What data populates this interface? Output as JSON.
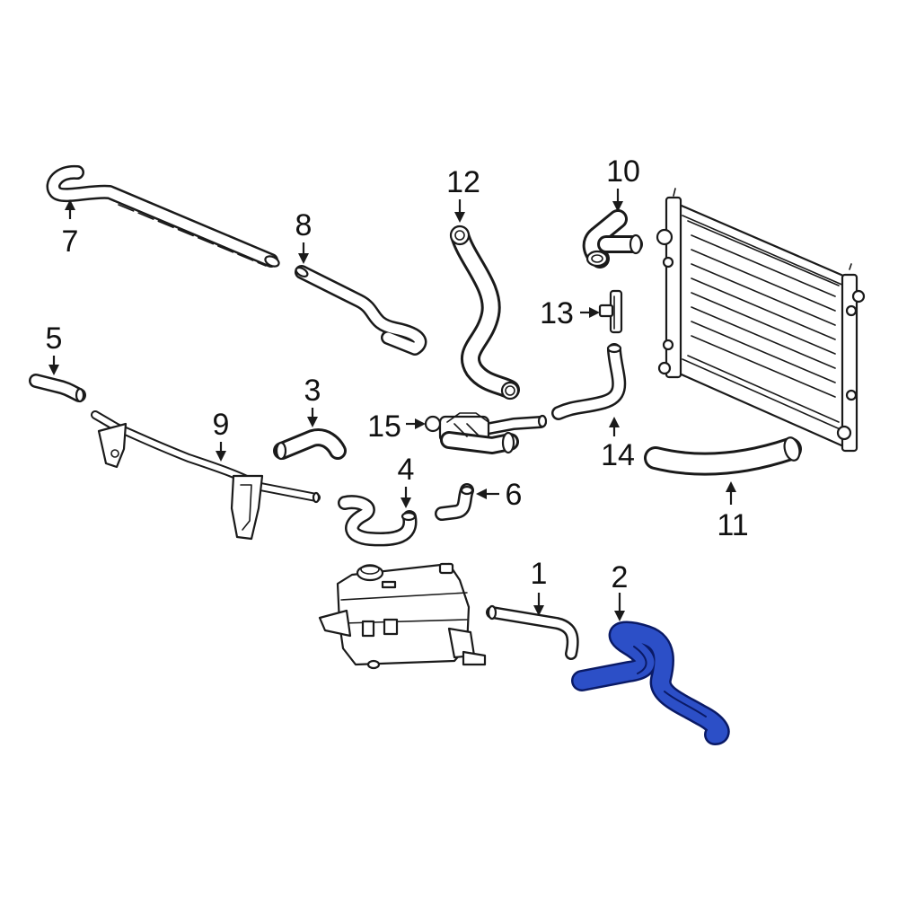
{
  "diagram": {
    "highlight_color": "#2c4fc7",
    "callouts": [
      {
        "id": "c1",
        "label": "1"
      },
      {
        "id": "c2",
        "label": "2"
      },
      {
        "id": "c3",
        "label": "3"
      },
      {
        "id": "c4",
        "label": "4"
      },
      {
        "id": "c5",
        "label": "5"
      },
      {
        "id": "c6",
        "label": "6"
      },
      {
        "id": "c7",
        "label": "7"
      },
      {
        "id": "c8",
        "label": "8"
      },
      {
        "id": "c9",
        "label": "9"
      },
      {
        "id": "c10",
        "label": "10"
      },
      {
        "id": "c11",
        "label": "11"
      },
      {
        "id": "c12",
        "label": "12"
      },
      {
        "id": "c13",
        "label": "13"
      },
      {
        "id": "c14",
        "label": "14"
      },
      {
        "id": "c15",
        "label": "15"
      }
    ]
  }
}
